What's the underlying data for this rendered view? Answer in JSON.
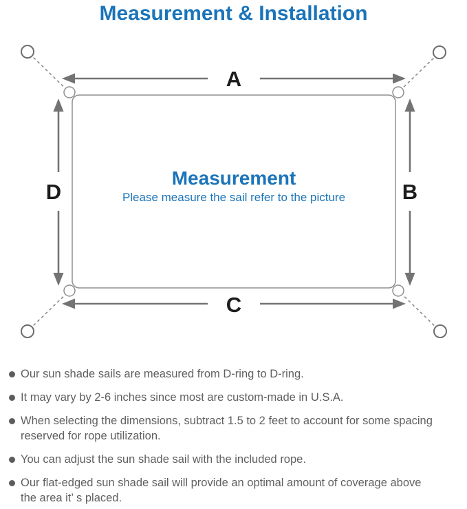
{
  "title": "Measurement & Installation",
  "colors": {
    "blue": "#1b74b9",
    "line": "#8f8f8f",
    "dash": "#8a8a8a",
    "dim": "#737373",
    "ink": "#1c1c1c",
    "text": "#5f5f5f",
    "dot": "#5c5c5c"
  },
  "diagram": {
    "labels": {
      "top": "A",
      "right": "B",
      "bottom": "C",
      "left": "D"
    },
    "center_title": "Measurement",
    "center_subtitle": "Please measure the sail refer to the picture"
  },
  "notes": [
    "Our sun shade sails are measured from D-ring to D-ring.",
    "It may vary by 2-6 inches since most are custom-made in U.S.A.",
    "When selecting the dimensions, subtract 1.5 to 2 feet to account for some spacing\nreserved for rope utilization.",
    "You can adjust the sun shade sail with the included rope.",
    "Our flat-edged sun shade sail will provide an optimal amount of coverage above\nthe area it’ s placed."
  ]
}
